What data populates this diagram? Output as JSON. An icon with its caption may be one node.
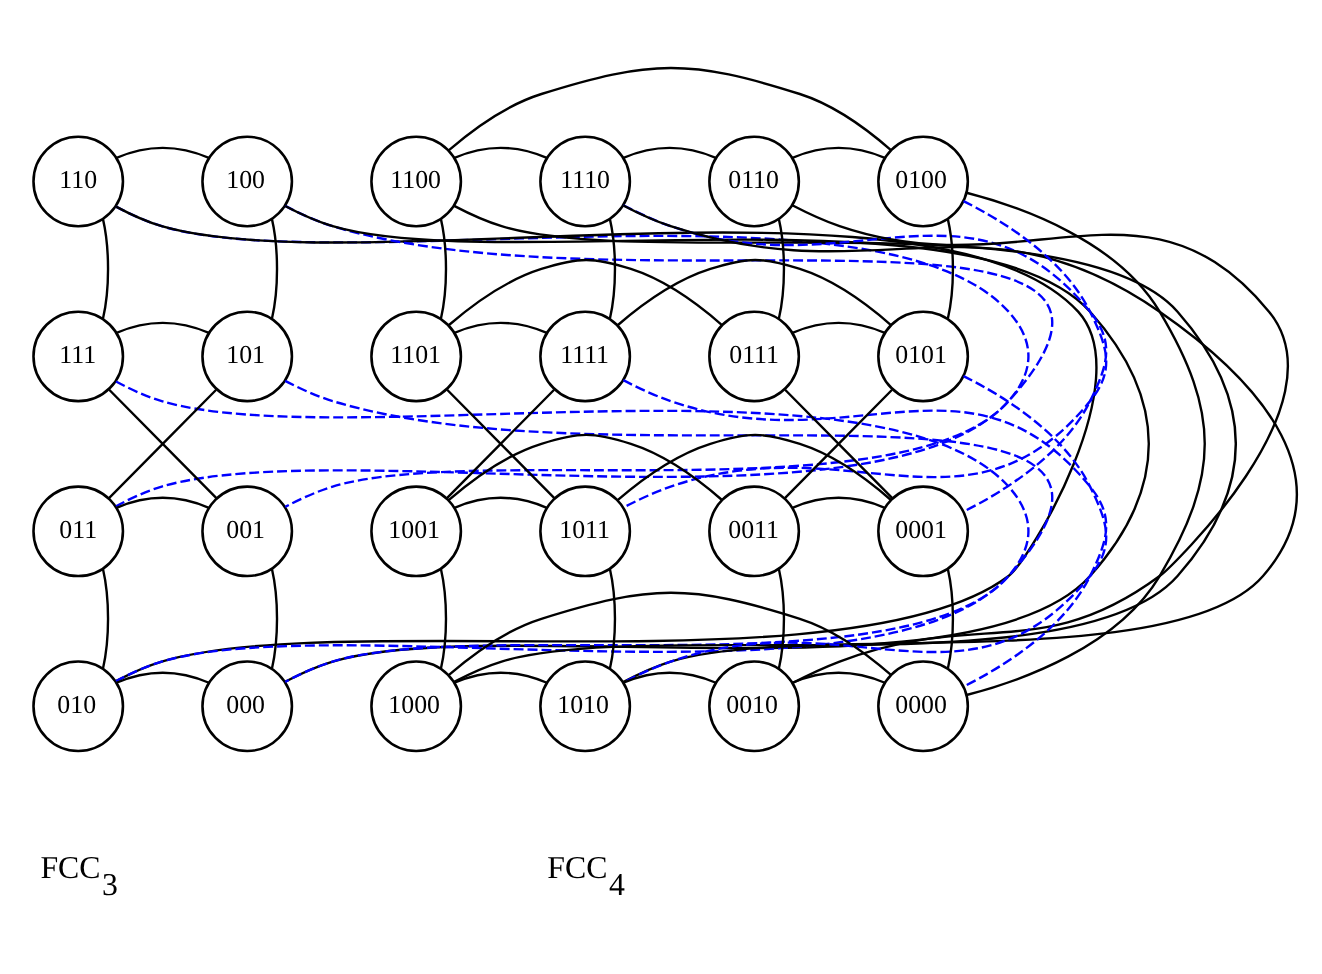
{
  "diagram": {
    "nodes": [
      {
        "text": [
          "110"
        ]
      },
      {
        "text": [
          "100"
        ]
      },
      {
        "text": [
          "111"
        ]
      },
      {
        "text": [
          "101"
        ]
      },
      {
        "text": [
          "011"
        ]
      },
      {
        "text": [
          "001"
        ]
      },
      {
        "text": [
          "010"
        ]
      },
      {
        "text": [
          "000"
        ]
      },
      {
        "text": [
          "1100"
        ]
      },
      {
        "text": [
          "1110"
        ]
      },
      {
        "text": [
          "0110"
        ]
      },
      {
        "text": [
          "0100"
        ]
      },
      {
        "text": [
          "1101"
        ]
      },
      {
        "text": [
          "1111"
        ]
      },
      {
        "text": [
          "0111"
        ]
      },
      {
        "text": [
          "0101"
        ]
      },
      {
        "text": [
          "1001"
        ]
      },
      {
        "text": [
          "1011"
        ]
      },
      {
        "text": [
          "0011"
        ]
      },
      {
        "text": [
          "0001"
        ]
      },
      {
        "text": [
          "1000"
        ]
      },
      {
        "text": [
          "1010"
        ]
      },
      {
        "text": [
          "0010"
        ]
      },
      {
        "text": [
          "0000"
        ]
      }
    ],
    "edges": [
      {
        "from": 0,
        "to": 1,
        "arrow": "none"
      },
      {
        "from": 0,
        "to": 2,
        "arrow": "none"
      },
      {
        "from": 1,
        "to": 3,
        "arrow": "none"
      },
      {
        "from": 2,
        "to": 3,
        "arrow": "none"
      },
      {
        "from": 2,
        "to": 5,
        "arrow": "none"
      },
      {
        "from": 3,
        "to": 4,
        "arrow": "none"
      },
      {
        "from": 4,
        "to": 5,
        "arrow": "none"
      },
      {
        "from": 4,
        "to": 6,
        "arrow": "none"
      },
      {
        "from": 5,
        "to": 7,
        "arrow": "none"
      },
      {
        "from": 6,
        "to": 7,
        "arrow": "none"
      },
      {
        "from": 0,
        "to": 6,
        "arrow": "none"
      },
      {
        "from": 1,
        "to": 7,
        "arrow": "none"
      },
      {
        "from": 0,
        "to": 5,
        "arrow": "none",
        "style": "dashed",
        "color": "#0000ff"
      },
      {
        "from": 2,
        "to": 7,
        "arrow": "none",
        "style": "dashed",
        "color": "#0000ff"
      },
      {
        "from": 1,
        "to": 4,
        "arrow": "none",
        "style": "dashed",
        "color": "#0000ff"
      },
      {
        "from": 3,
        "to": 6,
        "arrow": "none",
        "style": "dashed",
        "color": "#0000ff"
      },
      {
        "from": 8,
        "to": 9,
        "arrow": "none"
      },
      {
        "from": 9,
        "to": 10,
        "arrow": "none"
      },
      {
        "from": 10,
        "to": 11,
        "arrow": "none"
      },
      {
        "from": 8,
        "to": 12,
        "arrow": "none"
      },
      {
        "from": 9,
        "to": 13,
        "arrow": "none"
      },
      {
        "from": 10,
        "to": 14,
        "arrow": "none"
      },
      {
        "from": 11,
        "to": 15,
        "arrow": "none"
      },
      {
        "from": 12,
        "to": 13,
        "arrow": "none"
      },
      {
        "from": 14,
        "to": 15,
        "arrow": "none"
      },
      {
        "from": 12,
        "to": 17,
        "arrow": "none"
      },
      {
        "from": 13,
        "to": 16,
        "arrow": "none"
      },
      {
        "from": 12,
        "to": 14,
        "arrow": "none"
      },
      {
        "from": 13,
        "to": 15,
        "arrow": "none"
      },
      {
        "from": 14,
        "to": 19,
        "arrow": "none"
      },
      {
        "from": 15,
        "to": 18,
        "arrow": "none"
      },
      {
        "from": 16,
        "to": 17,
        "arrow": "none"
      },
      {
        "from": 18,
        "to": 19,
        "arrow": "none"
      },
      {
        "from": 16,
        "to": 18,
        "arrow": "none"
      },
      {
        "from": 17,
        "to": 19,
        "arrow": "none"
      },
      {
        "from": 16,
        "to": 20,
        "arrow": "none"
      },
      {
        "from": 17,
        "to": 21,
        "arrow": "none"
      },
      {
        "from": 18,
        "to": 22,
        "arrow": "none"
      },
      {
        "from": 19,
        "to": 23,
        "arrow": "none"
      },
      {
        "from": 20,
        "to": 21,
        "arrow": "none"
      },
      {
        "from": 21,
        "to": 22,
        "arrow": "none"
      },
      {
        "from": 22,
        "to": 23,
        "arrow": "none"
      },
      {
        "from": 8,
        "to": 11,
        "arrow": "none"
      },
      {
        "from": 8,
        "to": 20,
        "arrow": "none"
      },
      {
        "from": 20,
        "to": 23,
        "arrow": "none"
      },
      {
        "from": 11,
        "to": 23,
        "arrow": "none"
      },
      {
        "from": 9,
        "to": 21,
        "arrow": "none"
      },
      {
        "from": 10,
        "to": 22,
        "arrow": "none"
      },
      {
        "from": 9,
        "to": 19,
        "arrow": "none",
        "style": "dashed",
        "color": "#0000ff"
      },
      {
        "from": 13,
        "to": 23,
        "arrow": "none",
        "style": "dashed",
        "color": "#0000ff"
      },
      {
        "from": 11,
        "to": 17,
        "arrow": "none",
        "style": "dashed",
        "color": "#0000ff"
      },
      {
        "from": 15,
        "to": 21,
        "arrow": "none",
        "style": "dashed",
        "color": "#0000ff"
      }
    ],
    "labels": [
      "FCC$_{3}$",
      "FCC$_{4}$"
    ]
  }
}
